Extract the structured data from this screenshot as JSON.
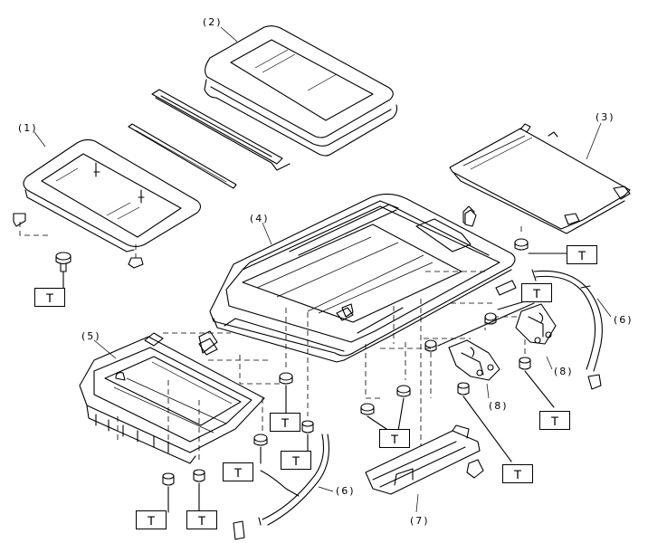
{
  "labels": {
    "p1": "(1)",
    "p2": "(2)",
    "p3": "(3)",
    "p4": "(4)",
    "p5": "(5)",
    "p6a": "(6)",
    "p6b": "(6)",
    "p7": "(7)",
    "p8a": "(8)",
    "p8b": "(8)"
  },
  "torque_label": "T"
}
